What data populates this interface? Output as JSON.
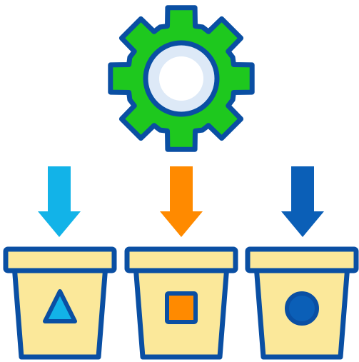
{
  "icon": {
    "gear": {
      "name": "gear-icon",
      "fill": "#1ec81e",
      "outline": "#0a4fa3",
      "hub_fill": "#dde9f7",
      "hub_inner": "#ffffff"
    },
    "arrows": [
      {
        "name": "arrow-down-light-blue-icon",
        "color": "#12b3e8"
      },
      {
        "name": "arrow-down-orange-icon",
        "color": "#ff8a00"
      },
      {
        "name": "arrow-down-dark-blue-icon",
        "color": "#0b5fb7"
      }
    ],
    "bins": [
      {
        "name": "bin-triangle",
        "shape": "triangle-icon",
        "shape_fill": "#12b3e8"
      },
      {
        "name": "bin-square",
        "shape": "square-icon",
        "shape_fill": "#ff8a00"
      },
      {
        "name": "bin-circle",
        "shape": "circle-icon",
        "shape_fill": "#0b5fb7"
      }
    ],
    "bin_fill": "#fbe89a",
    "outline": "#0a4fa3"
  }
}
